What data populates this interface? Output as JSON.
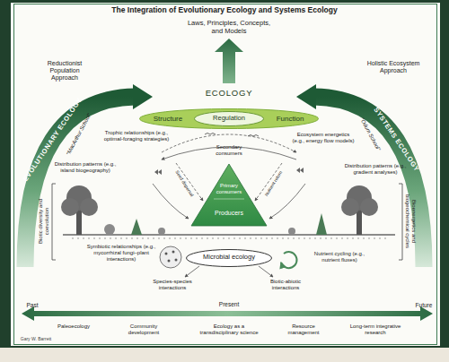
{
  "diagram": {
    "title": "The Integration of Evolutionary Ecology and Systems Ecology",
    "nodes": [
      {
        "text": [
          "EVOLUTIONARY ECOLOGY"
        ]
      },
      {
        "text": [
          "Structure",
          "Function"
        ]
      },
      {
        "text": [
          "Regulation"
        ],
        "in": 1
      },
      {
        "text": [
          "SYSTEMS ECOLOGY"
        ]
      },
      {
        "text": [
          "Secondary consumers",
          "Primary consumers",
          "Producers"
        ]
      },
      {
        "text": [
          "Microbial ecology"
        ]
      }
    ],
    "labels": [
      "Laws, Principles, Concepts, and Models",
      "ECOLOGY",
      "Reductionist Population Approach",
      "Holistic Ecosystem Approach",
      "\"MacArthur School\"",
      "\"Odum School\"",
      "Trophic relationships (e.g., optimal-foraging strategies)",
      "Ecosystem energetics (e.g., energy flow models)",
      "Distribution patterns (e.g., island biogeography)",
      "Distribution patterns (e.g., gradient analyses)",
      "Seed dispersal",
      "Nutrient return",
      "Biotic diversity and coevolution",
      "Bioenergetics and biogeochemical cycles",
      "Symbiotic relationships (e.g., mycorrhizal fungi–plant interactions)",
      "Nutrient cycling (e.g., nutrient fluxes)",
      "Species-species interactions",
      "Biotic-abiotic interactions",
      "Present",
      "Past",
      "Future",
      "Paleoecology",
      "Community development",
      "Ecology as a transdisciplinary science",
      "Resource management",
      "Long-term integrative research",
      "Gary W. Barrett"
    ]
  }
}
